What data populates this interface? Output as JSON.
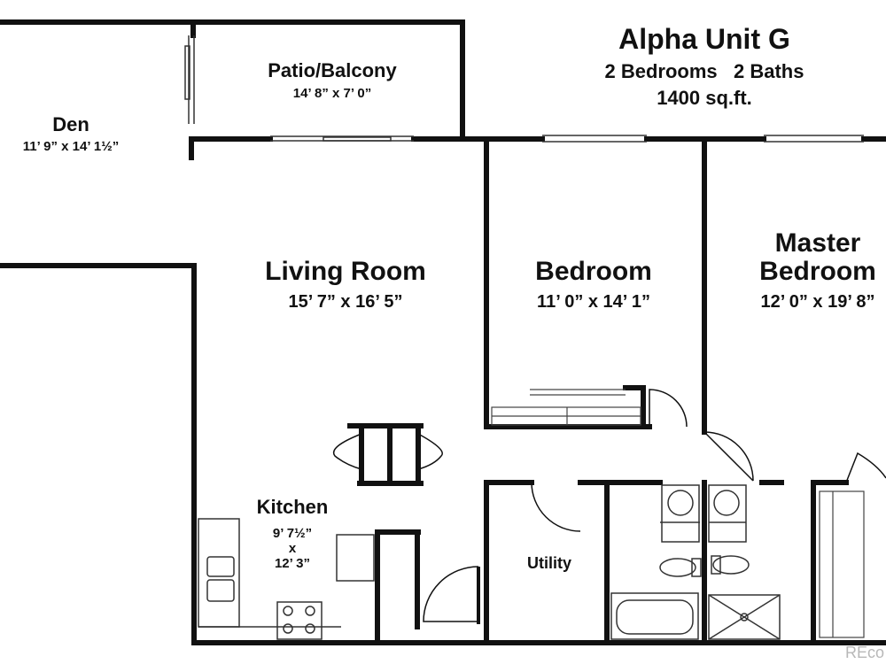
{
  "unit": {
    "name": "Alpha Unit G",
    "beds_baths": "2 Bedrooms   2 Baths",
    "area": "1400 sq.ft."
  },
  "rooms": {
    "patio": {
      "name": "Patio/Balcony",
      "dims": "14’ 8” x 7’ 0”"
    },
    "den": {
      "name": "Den",
      "dims": "11’ 9” x 14’ 1½”"
    },
    "living": {
      "name": "Living Room",
      "dims": "15’ 7” x 16’ 5”"
    },
    "bedroom": {
      "name": "Bedroom",
      "dims": "11’ 0” x 14’ 1”"
    },
    "master": {
      "name_line1": "Master",
      "name_line2": "Bedroom",
      "dims": "12’ 0” x 19’ 8”"
    },
    "kitchen": {
      "name": "Kitchen",
      "dims_line1": "9’ 7½”",
      "dims_line2": "x",
      "dims_line3": "12’ 3”"
    },
    "utility": {
      "name": "Utility"
    }
  },
  "watermark": "REco"
}
